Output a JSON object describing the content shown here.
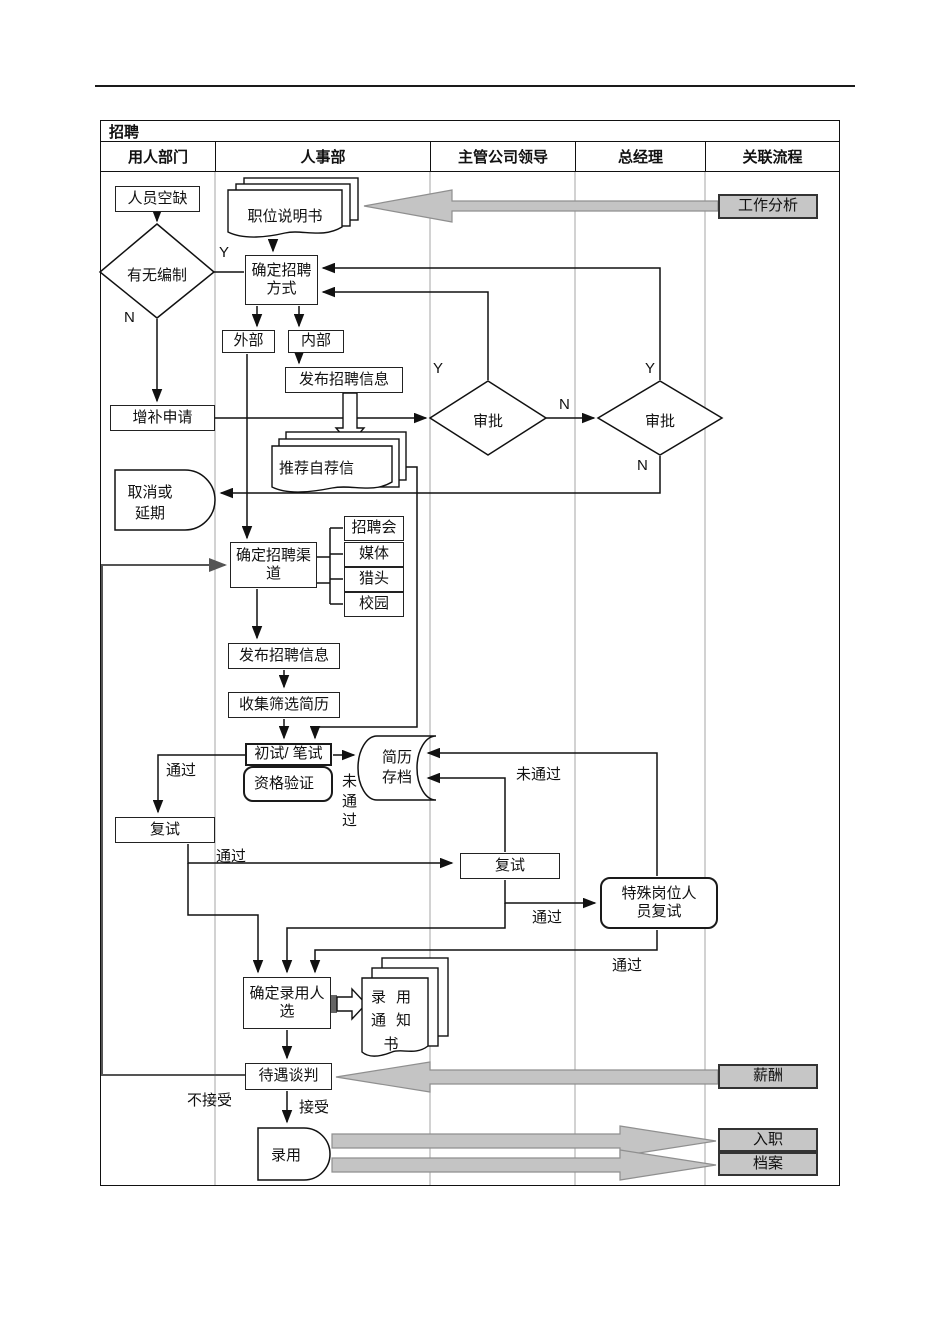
{
  "title": "招聘",
  "lanes": [
    "用人部门",
    "人事部",
    "主管公司领导",
    "总经理",
    "关联流程"
  ],
  "nodes": {
    "vacancy": "人员空缺",
    "has_headcount": "有无编制",
    "job_description": "职位说明书",
    "job_analysis": "工作分析",
    "determine_method": "确定招聘方式",
    "external": "外部",
    "internal": "内部",
    "publish_info": "发布招聘信息",
    "recommendation_letters": "推荐自荐信",
    "supplement_request": "增补申请",
    "cancel_or_postpone": "取消或延期",
    "approval": "审批",
    "determine_channel": "确定招聘渠道",
    "collect_screen_resumes": "收集筛选简历",
    "first_interview": "初试/ 笔试",
    "qualification_check": "资格验证",
    "resume_archive": "简历存档",
    "second_interview": "复试",
    "special_position_review": "特殊岗位人员复试",
    "determine_candidates": "确定录用人选",
    "offer_letter": "录用通知书",
    "salary_negotiation": "待遇谈判",
    "compensation": "薪酬",
    "hire": "录用",
    "onboarding": "入职",
    "archives": "档案"
  },
  "channels": [
    "招聘会",
    "媒体",
    "猎头",
    "校园"
  ],
  "labels": {
    "yes": "Y",
    "no": "N",
    "pass": "通过",
    "fail": "未通过",
    "accept": "接受",
    "reject": "不接受"
  },
  "colors": {
    "line": "#111111",
    "lane_line": "#b3b3b3",
    "gray_fill": "#c6c6c6",
    "block_arrow_fill": "#c4c4c4",
    "block_arrow_stroke": "#8f8f8f"
  }
}
